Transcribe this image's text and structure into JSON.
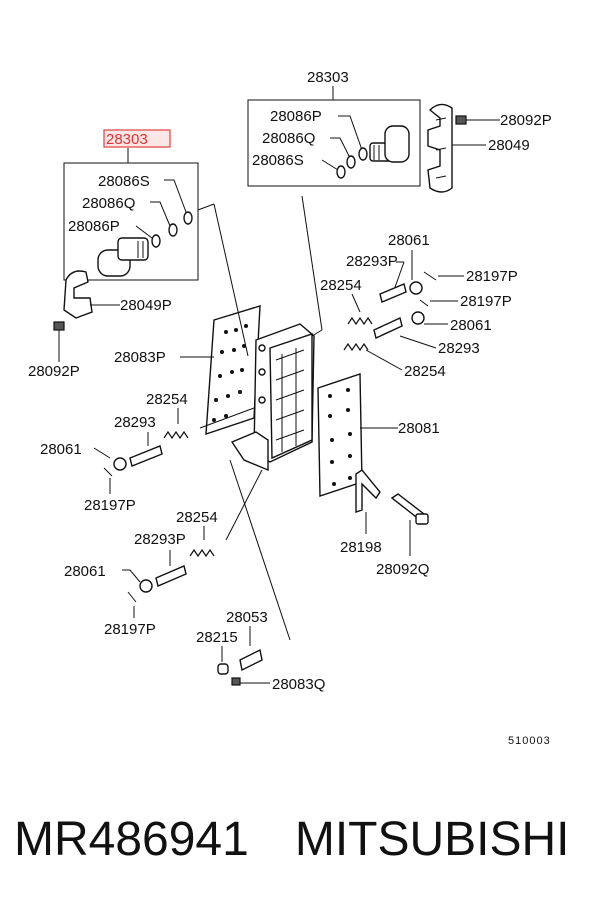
{
  "labels": {
    "assy_top": "28303",
    "assy_left": "28303",
    "s_top": "28086S",
    "q_top": "28086Q",
    "p_top": "28086P",
    "s_left": "28086S",
    "q_left": "28086Q",
    "p_left": "28086P",
    "bolt_top_right": "28092P",
    "bracket_top_right": "28049",
    "bracket_left": "28049P",
    "bolt_left": "28092P",
    "plate_left": "28083P",
    "r_28061_a": "28061",
    "r_28293p_a": "28293P",
    "r_28197p_a": "28197P",
    "r_28254_a": "28254",
    "r_28197p_b": "28197P",
    "r_28061_b": "28061",
    "r_28293": "28293",
    "r_28254_b": "28254",
    "l_28254_a": "28254",
    "l_28293": "28293",
    "l_28061_a": "28061",
    "l_28197p_a": "28197P",
    "l_28254_b": "28254",
    "l_28293p": "28293P",
    "l_28061_b": "28061",
    "l_28197p_b": "28197P",
    "gasket": "28081",
    "b_28053": "28053",
    "b_28215": "28215",
    "b_28083q": "28083Q",
    "bracket_28198": "28198",
    "bolt_28092q": "28092Q",
    "diagram_code": "510003"
  },
  "footer": {
    "part_number": "MR486941",
    "brand": "MITSUBISHI"
  },
  "highlight_color": "#e04040"
}
